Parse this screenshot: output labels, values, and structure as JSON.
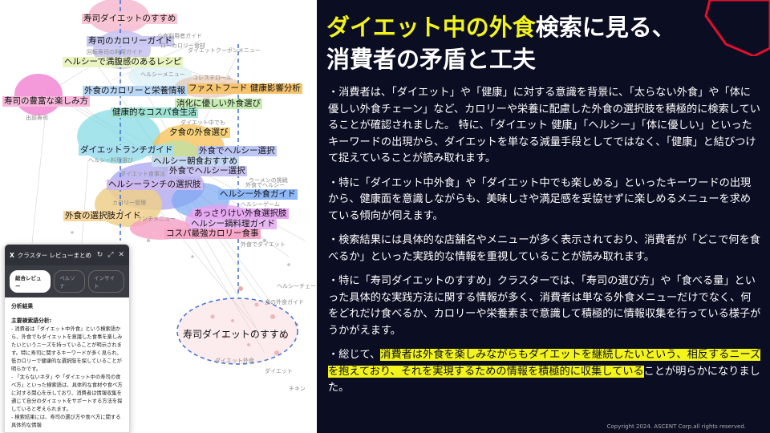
{
  "slide": {
    "title_highlight": "ダイエット中の外食",
    "title_rest": "検索に見る、",
    "title_line2": "消費者の矛盾と工夫",
    "bullets": [
      {
        "pre": "・消費者は、「ダイエット」や「健康」に対する意識を背景に、「太らない外食」や「体に優しい外食チェーン」など、カロリーや栄養に配慮した外食の選択肢を積極的に検索していることが確認されました。 特に、「ダイエット 健康」「ヘルシー」「体に優しい」といったキーワードの出現から、ダイエットを単なる減量手段としてではなく、「健康」と結びつけて捉えていることが読み取れます。",
        "hl": "",
        "post": ""
      },
      {
        "pre": "・特に「ダイエット中外食」や「ダイエット中でも楽しめる」といったキーワードの出現から、健康面を意識しながらも、美味しさや満足感を妥協せずに楽しめるメニューを求めている傾向が伺えます。",
        "hl": "",
        "post": ""
      },
      {
        "pre": "・検索結果には具体的な店舗名やメニューが多く表示されており、消費者が「どこで何を食べるか」といった実践的な情報を重視していることが読み取れます。",
        "hl": "",
        "post": ""
      },
      {
        "pre": "・特に「寿司ダイエットのすすめ」クラスターでは、「寿司の選び方」や「食べる量」といった具体的な実践方法に関する情報が多く、消費者は単なる外食メニューだけでなく、何をどれだけ食べるか、カロリーや栄養素まで意識して積極的に情報収集を行っている様子がうかがえます。",
        "hl": "",
        "post": ""
      },
      {
        "pre": "・総じて、",
        "hl": "消費者は外食を楽しみながらもダイエットを継続したいという、相反するニーズを抱えており、それを実現するための情報を積極的に収集している",
        "post": "ことが明らかになりました。"
      }
    ],
    "copyright": "Copyright 2024. ASCENT Corp.all rights reserved."
  },
  "map": {
    "cluster_labels": [
      {
        "text": "寿司ダイエットのすすめ",
        "bg": "#f9c6d3"
      },
      {
        "text": "寿司のカロリーガイド",
        "bg": "#c9c9f2"
      },
      {
        "text": "ヘルシーで満腹感のあるレシピ",
        "bg": "#e8f5c0"
      },
      {
        "text": "外食のカロリーと栄養情報",
        "bg": "#b9d7f5"
      },
      {
        "text": "ファストフード 健康影響分析",
        "bg": "#f7c46e"
      },
      {
        "text": "寿司の豊富な楽しみ方",
        "bg": "#f7b8dc"
      },
      {
        "text": "消化に優しい外食選び",
        "bg": "#c8ecb4"
      },
      {
        "text": "健康的なコスパ食生活",
        "bg": "#9fe3d4"
      },
      {
        "text": "夕食の外食選び",
        "bg": "#f7d27a"
      },
      {
        "text": "ダイエットランチガイド",
        "bg": "#a8dff0"
      },
      {
        "text": "外食でヘルシー選択",
        "bg": "#bcc6f5"
      },
      {
        "text": "ヘルシー朝食おすすめ",
        "bg": "#c4d8f2"
      },
      {
        "text": "外食でヘルシー選択",
        "bg": "#c9c3f2"
      },
      {
        "text": "ヘルシーランチの選択肢",
        "bg": "#cdb8f0"
      },
      {
        "text": "ヘルシー外食ガイド",
        "bg": "#8fb8f7"
      },
      {
        "text": "外食の選択肢ガイド",
        "bg": "#f7d79c"
      },
      {
        "text": "あっさりけい外食選択肢",
        "bg": "#e7a8f2"
      },
      {
        "text": "ヘルシー鍋料理ガイド",
        "bg": "#e6b7f2"
      },
      {
        "text": "コスパ最強カロリー食事",
        "bg": "#f7a6c7"
      }
    ],
    "minor_labels": [
      "小売利用者ガイド",
      "回転寿司の利用ガイド",
      "ローカロリー食材",
      "ダイエットクーポンメニュー",
      "出前寿司",
      "ヘルシーメニュー",
      "コレステロール",
      "ダイエット中でも",
      "ヘルシー料理選び",
      "外食でヘルシー",
      "ダイエット食事法",
      "ヘルシーゲーム",
      "ラーメンの挑戦",
      "カロリー管理",
      "ランチメニュー",
      "外食でダイエット",
      "ヘルシーチェーン",
      "食の外食ガイド",
      "ダイエット外食",
      "ダイエット",
      "チキン"
    ],
    "selected_cluster": "寿司ダイエットのすすめ"
  },
  "panel": {
    "x_mark": "X",
    "title": "クラスター レビューまとめ",
    "tabs": [
      "総合レビュー",
      "ペルソナ",
      "インサイト"
    ],
    "section_title": "分析結果",
    "sub_title": "主要検索語分析:",
    "body": "- 消費者は「ダイエット中外食」という検索語から、外食でもダイエットを意識した食事を楽しみたいというニーズを持っていることが明示されます。特に寿司に関するキーワードが多く見られ、低カロリーで健康的な選択肢を探していることが明らかです。\n- 「太らないネタ」や「ダイエット中の寿司の食べ方」といった検索語は、具体的な食材や食べ方に対する関心を示しており、消費者は情報収集を通じて自分のダイエットをサポートする方法を探していると考えられます。\n- 検索結果には、寿司の選び方や食べ方に関する具体的な情報"
  },
  "colors": {
    "slide_bg": "#0b0d22",
    "title_accent": "#f2f41c",
    "highlight": "#f2f41c",
    "corner_accent": "#e0102b"
  }
}
